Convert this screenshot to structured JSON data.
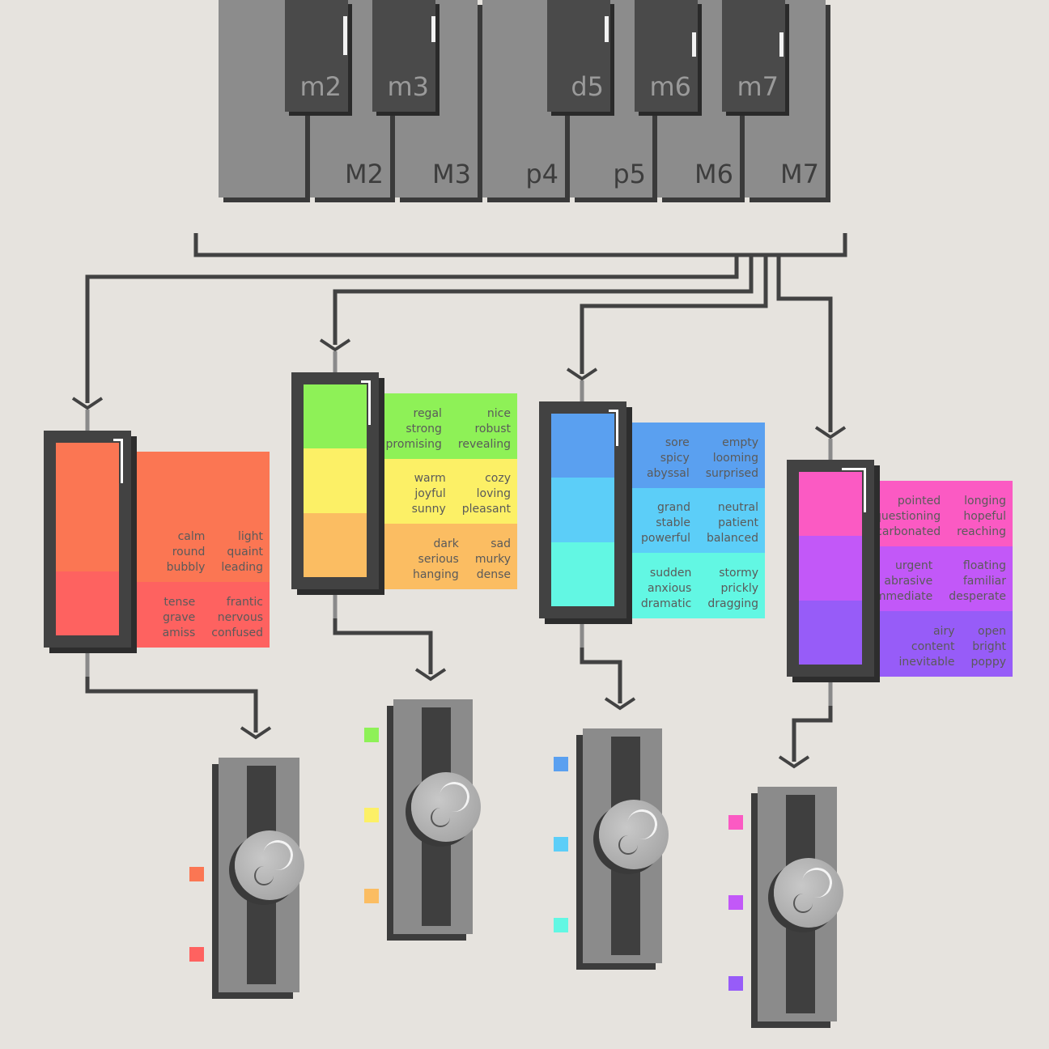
{
  "keyboard": {
    "white_keys": [
      "",
      "M2",
      "M3",
      "p4",
      "p5",
      "M6",
      "M7"
    ],
    "black_keys": [
      "m2",
      "m3",
      "d5",
      "m6",
      "m7"
    ]
  },
  "moods": [
    {
      "colors": [
        "#fb7653",
        "#fe6260"
      ],
      "indicator_color": "#fb7653",
      "bands": [
        {
          "color": "#fb7653",
          "left": [
            "calm",
            "round",
            "bubbly"
          ],
          "right": [
            "light",
            "quaint",
            "leading"
          ]
        },
        {
          "color": "#fe6260",
          "left": [
            "tense",
            "grave",
            "amiss"
          ],
          "right": [
            "frantic",
            "nervous",
            "confused"
          ]
        }
      ],
      "dots": [
        "#fb7653",
        "#fe6260"
      ]
    },
    {
      "colors": [
        "#8ef157",
        "#fcf066",
        "#fbbd62"
      ],
      "indicator_color": "#8ef157",
      "bands": [
        {
          "color": "#8ef157",
          "left": [
            "regal",
            "strong",
            "promising"
          ],
          "right": [
            "nice",
            "robust",
            "revealing"
          ]
        },
        {
          "color": "#fcf066",
          "left": [
            "warm",
            "joyful",
            "sunny"
          ],
          "right": [
            "cozy",
            "loving",
            "pleasant"
          ]
        },
        {
          "color": "#fbbd62",
          "left": [
            "dark",
            "serious",
            "hanging"
          ],
          "right": [
            "sad",
            "murky",
            "dense"
          ]
        }
      ],
      "dots": [
        "#8ef157",
        "#fcf066",
        "#fbbd62"
      ]
    },
    {
      "colors": [
        "#5aa0f0",
        "#5ccef8",
        "#62f7e3"
      ],
      "indicator_color": "#5aa0f0",
      "bands": [
        {
          "color": "#5aa0f0",
          "left": [
            "sore",
            "spicy",
            "abyssal"
          ],
          "right": [
            "empty",
            "looming",
            "surprised"
          ]
        },
        {
          "color": "#5ccef8",
          "left": [
            "grand",
            "stable",
            "powerful"
          ],
          "right": [
            "neutral",
            "patient",
            "balanced"
          ]
        },
        {
          "color": "#62f7e3",
          "left": [
            "sudden",
            "anxious",
            "dramatic"
          ],
          "right": [
            "stormy",
            "prickly",
            "dragging"
          ]
        }
      ],
      "dots": [
        "#5aa0f0",
        "#5ccef8",
        "#62f7e3"
      ]
    },
    {
      "colors": [
        "#fb5ac3",
        "#c258f8",
        "#975cf8"
      ],
      "indicator_color": "#fb5ac3",
      "bands": [
        {
          "color": "#fb5ac3",
          "left": [
            "pointed",
            "questioning",
            "carbonated"
          ],
          "right": [
            "longing",
            "hopeful",
            "reaching"
          ]
        },
        {
          "color": "#c258f8",
          "left": [
            "urgent",
            "abrasive",
            "immediate"
          ],
          "right": [
            "floating",
            "familiar",
            "desperate"
          ]
        },
        {
          "color": "#975cf8",
          "left": [
            "airy",
            "content",
            "inevitable"
          ],
          "right": [
            "open",
            "bright",
            "poppy"
          ]
        }
      ],
      "dots": [
        "#fb5ac3",
        "#c258f8",
        "#975cf8"
      ]
    }
  ]
}
